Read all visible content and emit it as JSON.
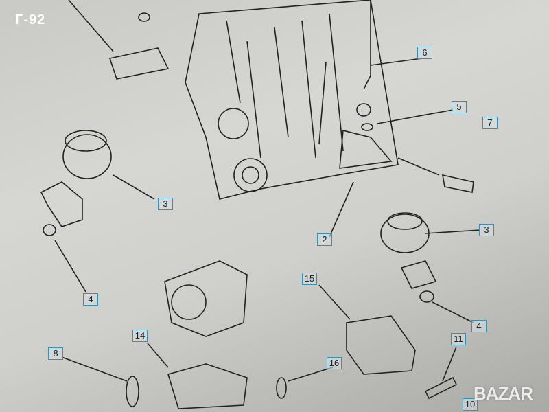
{
  "watermark": "Г-92",
  "logo_text": "BAZAR",
  "callouts": [
    "3",
    "4",
    "2",
    "6",
    "5",
    "7",
    "3",
    "4",
    "15",
    "14",
    "8",
    "16",
    "11",
    "10"
  ]
}
